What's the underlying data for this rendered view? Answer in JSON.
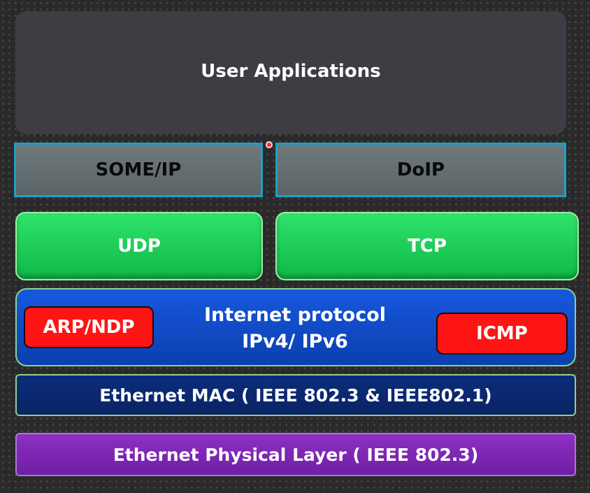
{
  "layers": {
    "user_applications": "User Applications",
    "someip": "SOME/IP",
    "doip": "DoIP",
    "udp": "UDP",
    "tcp": "TCP",
    "internet_protocol": {
      "line1": "Internet protocol",
      "line2": "IPv4/ IPv6"
    },
    "arp_ndp": "ARP/NDP",
    "icmp": "ICMP",
    "ethernet_mac": "Ethernet MAC ( IEEE 802.3 & IEEE802.1)",
    "ethernet_phy": "Ethernet Physical Layer ( IEEE 802.3)"
  },
  "colors": {
    "background": "#2a2a2a",
    "applications": "#3c3e44",
    "application_protocols": "#66767a",
    "transport": "#1fcf58",
    "internet": "#1250cc",
    "helper_protocols": "#ff1414",
    "mac": "#0b2870",
    "physical": "#7e27b4"
  },
  "icons": {
    "pointer": "laser-pointer-dot"
  }
}
